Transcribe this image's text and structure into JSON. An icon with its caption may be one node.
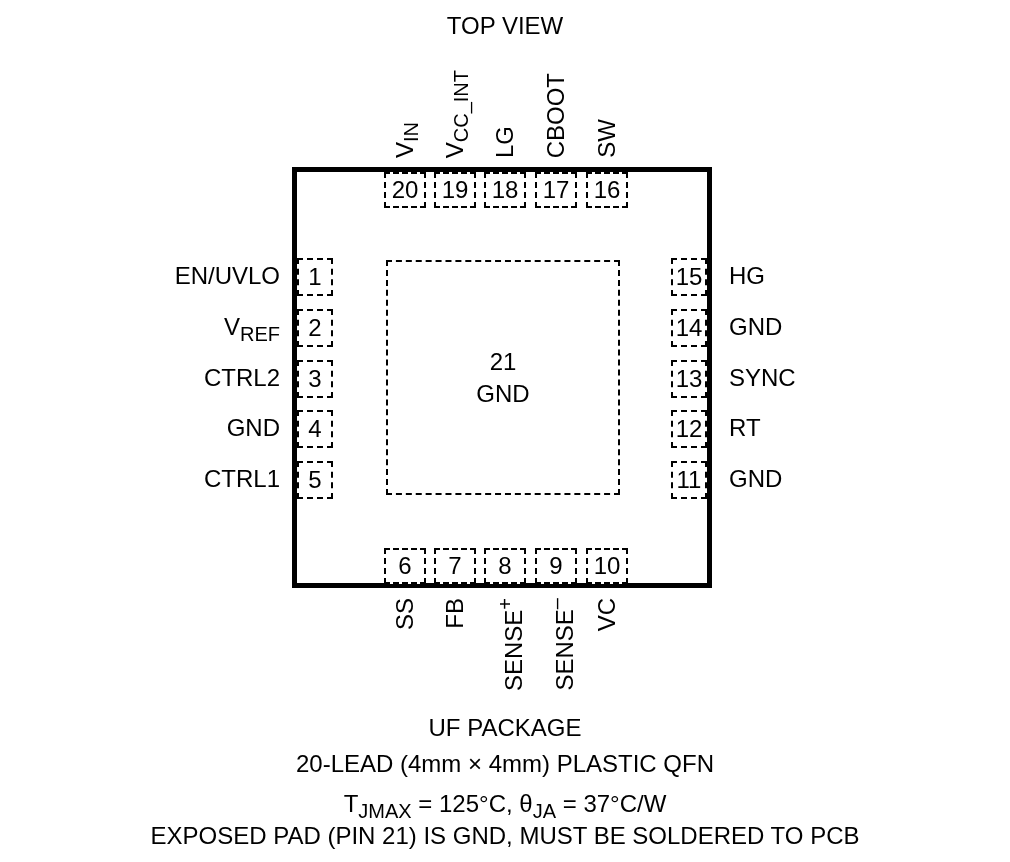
{
  "diagram": {
    "title": "TOP VIEW",
    "caption": "UF PACKAGE",
    "nodes": [
      {
        "text": [],
        "shape": "box"
      },
      {
        "text": [
          "1"
        ],
        "in": 0,
        "beside": [
          "EN/UVLO"
        ]
      },
      {
        "text": [
          "2"
        ],
        "in": 0,
        "beside": [
          "V$_{REF}$"
        ]
      },
      {
        "text": [
          "3"
        ],
        "in": 0,
        "beside": [
          "CTRL2"
        ]
      },
      {
        "text": [
          "4"
        ],
        "in": 0,
        "beside": [
          "GND"
        ]
      },
      {
        "text": [
          "5"
        ],
        "in": 0,
        "beside": [
          "CTRL1"
        ]
      },
      {
        "text": [
          "6"
        ],
        "in": 0,
        "beside": [
          "SS"
        ]
      },
      {
        "text": [
          "7"
        ],
        "in": 0,
        "beside": [
          "FB"
        ]
      },
      {
        "text": [
          "8"
        ],
        "in": 0,
        "beside": [
          "SENSE$^{+}$"
        ]
      },
      {
        "text": [
          "9"
        ],
        "in": 0,
        "beside": [
          "SENSE$^{–}$"
        ]
      },
      {
        "text": [
          "10"
        ],
        "in": 0,
        "beside": [
          "VC"
        ]
      },
      {
        "text": [
          "11"
        ],
        "in": 0,
        "beside": [
          "GND"
        ]
      },
      {
        "text": [
          "12"
        ],
        "in": 0,
        "beside": [
          "RT"
        ]
      },
      {
        "text": [
          "13"
        ],
        "in": 0,
        "beside": [
          "SYNC"
        ]
      },
      {
        "text": [
          "14"
        ],
        "in": 0,
        "beside": [
          "GND"
        ]
      },
      {
        "text": [
          "15"
        ],
        "in": 0,
        "beside": [
          "HG"
        ]
      },
      {
        "text": [
          "16"
        ],
        "in": 0,
        "beside": [
          "SW"
        ]
      },
      {
        "text": [
          "17"
        ],
        "in": 0,
        "beside": [
          "CBOOT"
        ]
      },
      {
        "text": [
          "18"
        ],
        "in": 0,
        "beside": [
          "LG"
        ]
      },
      {
        "text": [
          "19"
        ],
        "in": 0,
        "beside": [
          "V$_{CC_INT}$"
        ]
      },
      {
        "text": [
          "20"
        ],
        "in": 0,
        "beside": [
          "V$_{IN}$"
        ]
      },
      {
        "text": [
          "21",
          "GND"
        ],
        "in": 0
      }
    ],
    "labels": [
      "20-LEAD (4mm × 4mm) PLASTIC QFN",
      "T$_{JMAX}$ = 125°C, θ$_{JA}$ = 37°C/W",
      "EXPOSED PAD (PIN 21) IS GND, MUST BE SOLDERED TO PCB"
    ]
  }
}
